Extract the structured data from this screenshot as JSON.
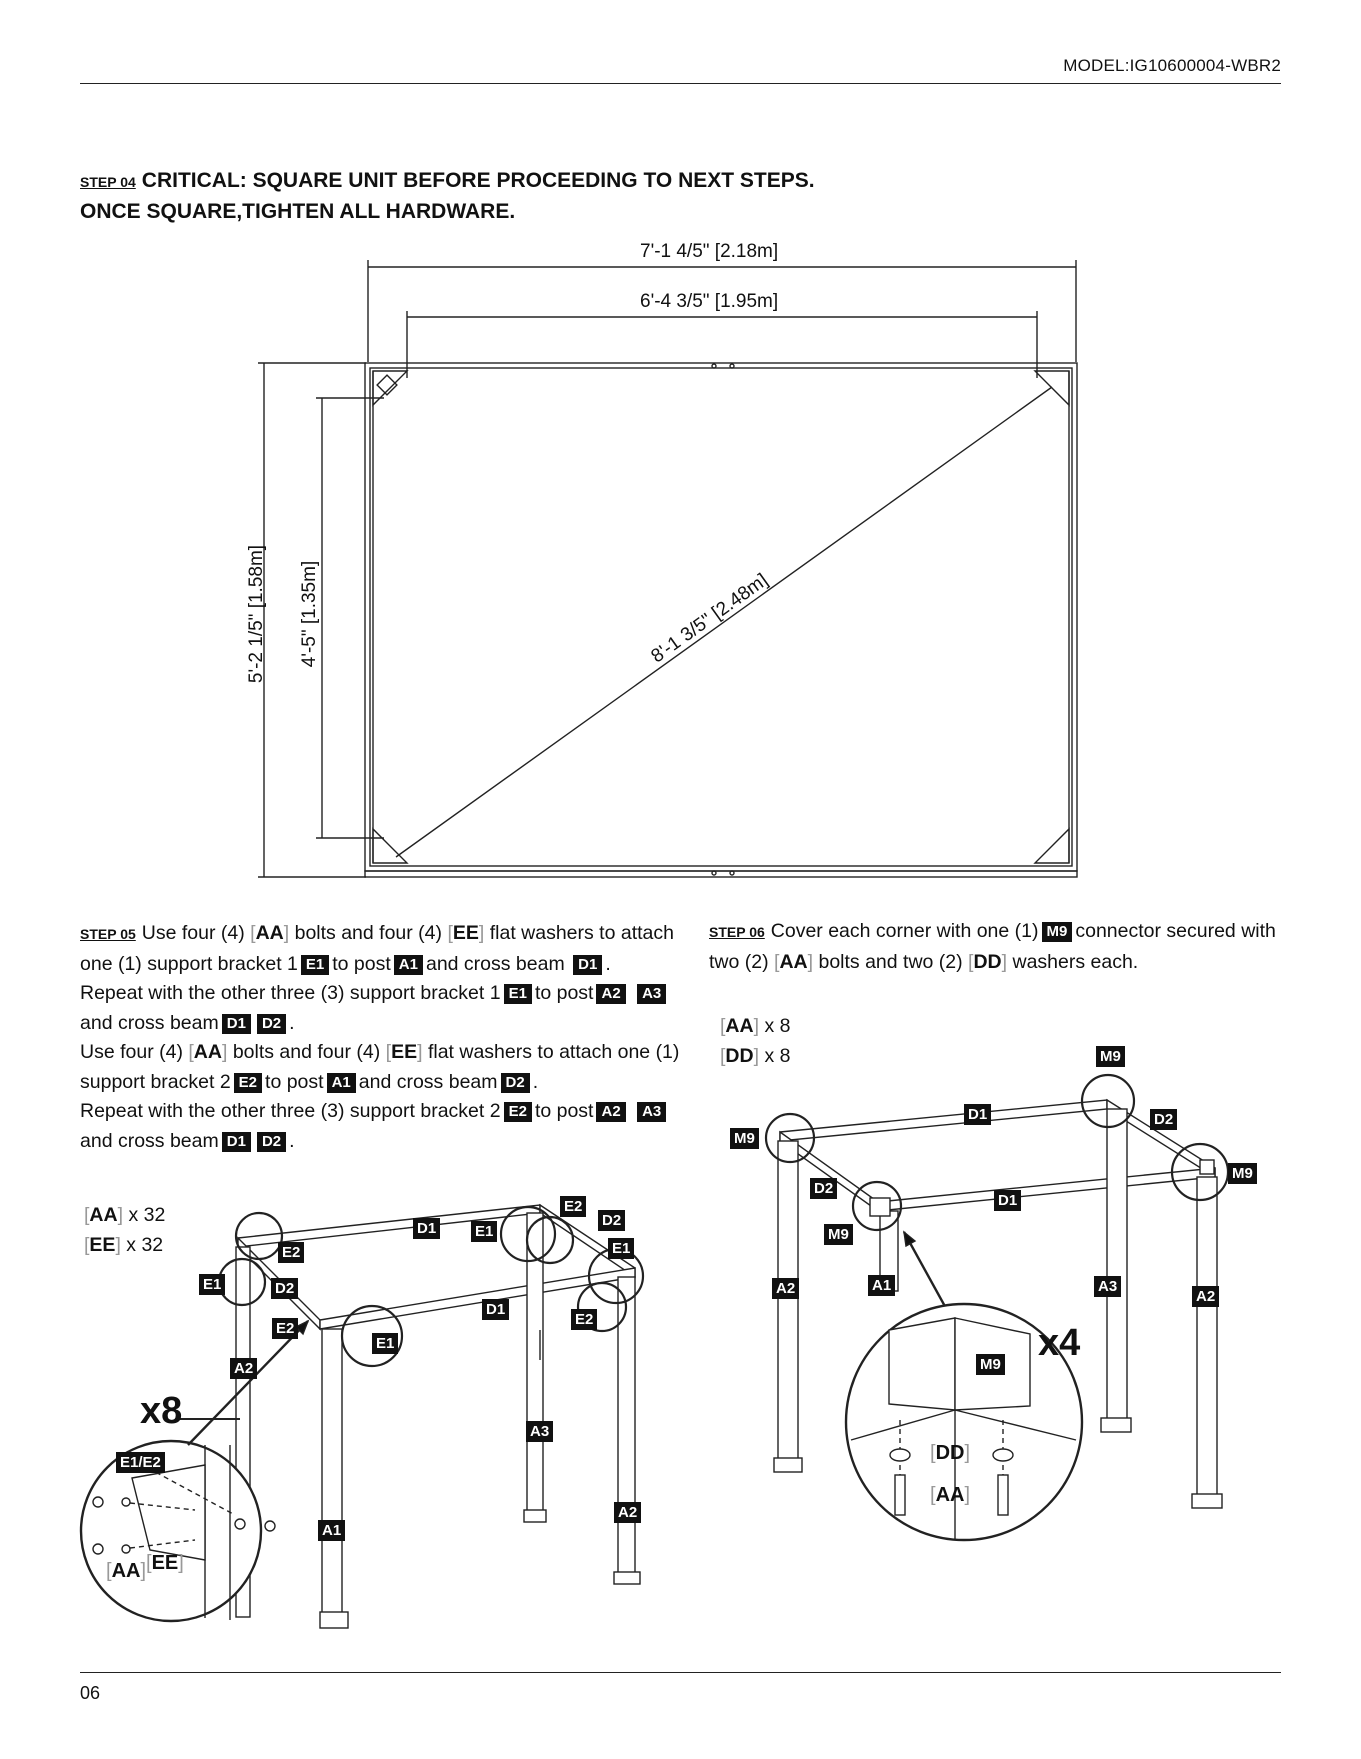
{
  "header": {
    "model": "MODEL:IG10600004-WBR2"
  },
  "footer": {
    "page_number": "06"
  },
  "step04": {
    "label": "STEP 04",
    "line1": "CRITICAL: SQUARE UNIT BEFORE PROCEEDING TO NEXT STEPS.",
    "line2": "ONCE SQUARE,TIGHTEN ALL HARDWARE.",
    "dim_outer_width": "7'-1 4/5\" [2.18m]",
    "dim_inner_width": "6'-4 3/5\" [1.95m]",
    "dim_outer_height": "5'-2 1/5\" [1.58m]",
    "dim_inner_height": "4'-5\" [1.35m]",
    "dim_diagonal": "8'-1 3/5\" [2.48m]"
  },
  "step05": {
    "label": "STEP 05",
    "t1": "Use four (4)",
    "t2": "bolts and four (4)",
    "t3": "flat washers to attach one (1) support bracket 1",
    "t4": "to post",
    "t5": "and cross beam",
    "t6": ".",
    "t7": "Repeat with the other three (3) support bracket 1",
    "t8": "to post",
    "t9": "and cross beam",
    "t10": ".",
    "t11": "Use four (4)",
    "t12": "bolts and four (4)",
    "t13": "flat washers to attach one (1) support bracket 2",
    "t14": "to post",
    "t15": "and cross beam",
    "t16": ".",
    "t17": "Repeat with the other three (3) support bracket 2",
    "t18": "to post",
    "t19": "and cross beam",
    "t20": ".",
    "qty1_part": "AA",
    "qty1_count": "x 32",
    "qty2_part": "EE",
    "qty2_count": "x 32",
    "multiplier": "x8"
  },
  "step06": {
    "label": "STEP 06",
    "t1": "Cover each corner with one (1)",
    "t2": "connector secured with two (2)",
    "t3": "bolts and two (2)",
    "t4": "washers each.",
    "qty1_part": "AA",
    "qty1_count": "x 8",
    "qty2_part": "DD",
    "qty2_count": "x 8",
    "multiplier": "x4"
  },
  "parts": {
    "AA": "AA",
    "EE": "EE",
    "DD": "DD",
    "A1": "A1",
    "A2": "A2",
    "A3": "A3",
    "D1": "D1",
    "D2": "D2",
    "E1": "E1",
    "E2": "E2",
    "E1E2": "E1/E2",
    "M9": "M9"
  }
}
